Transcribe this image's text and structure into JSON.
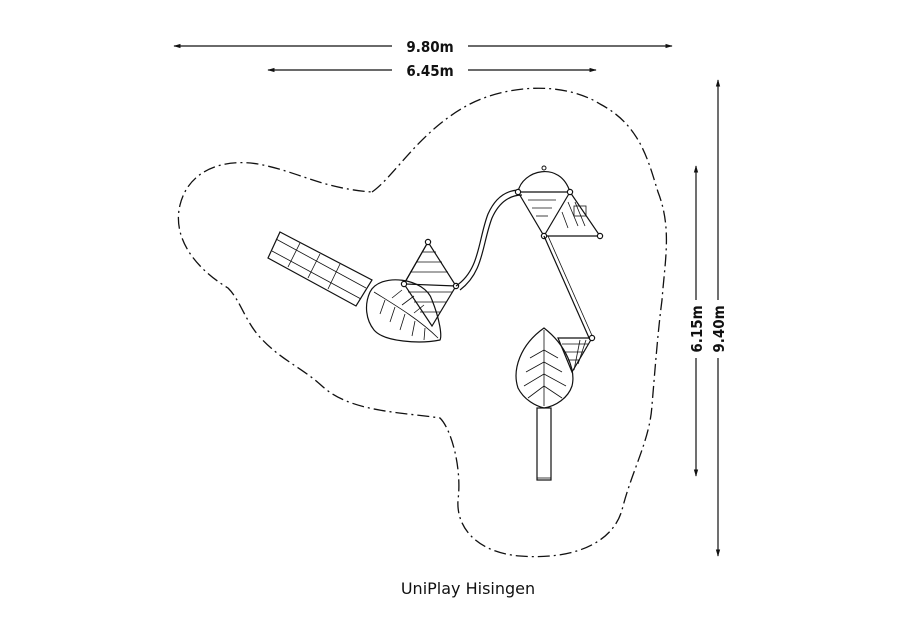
{
  "dimensions": {
    "width_outer": "9.80m",
    "width_inner": "6.45m",
    "height_inner": "6.15m",
    "height_outer": "9.40m"
  },
  "product": {
    "name": "UniPlay Hisingen"
  },
  "colors": {
    "line": "#111111",
    "background": "#ffffff"
  }
}
